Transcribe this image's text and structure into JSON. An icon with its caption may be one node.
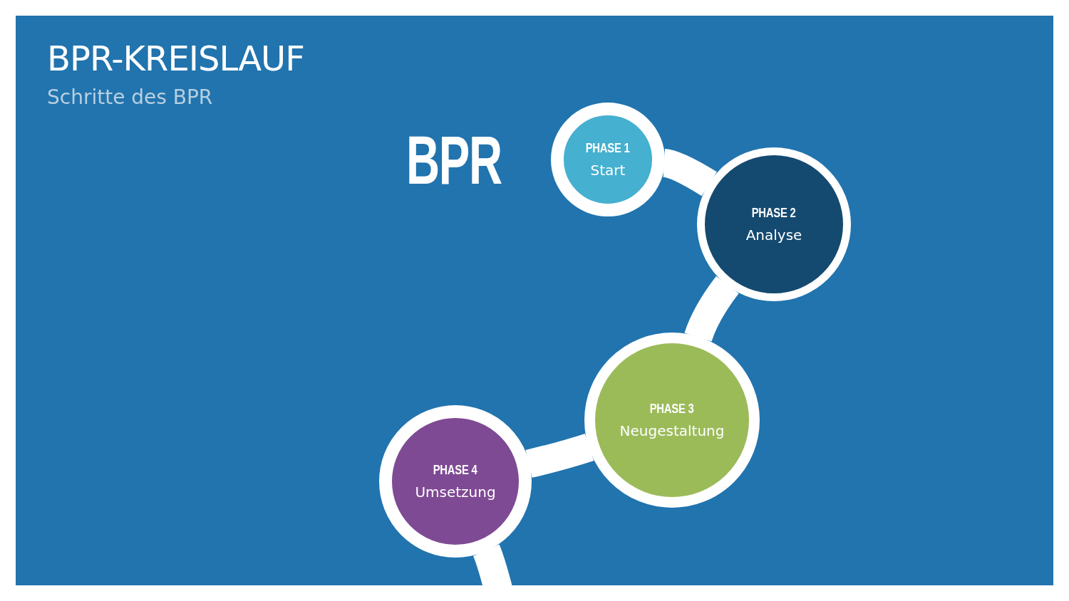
{
  "diagram": {
    "title": "BPR-KREISLAUF",
    "nodes": [
      {
        "text": [
          "PHASE 1",
          "Start"
        ]
      },
      {
        "text": [
          "PHASE 2",
          "Analyse"
        ]
      },
      {
        "text": [
          "PHASE 3",
          "Neugestaltung"
        ]
      },
      {
        "text": [
          "PHASE 4",
          "Umsetzung"
        ]
      }
    ],
    "edges": [
      {
        "from": 0,
        "to": 1,
        "arrow": "none"
      },
      {
        "from": 1,
        "to": 2,
        "arrow": "none"
      },
      {
        "from": 2,
        "to": 3,
        "arrow": "none"
      },
      {
        "from": 3,
        "to": null,
        "arrow": "none"
      }
    ],
    "labels": [
      "Schritte des BPR",
      "BPR"
    ]
  }
}
